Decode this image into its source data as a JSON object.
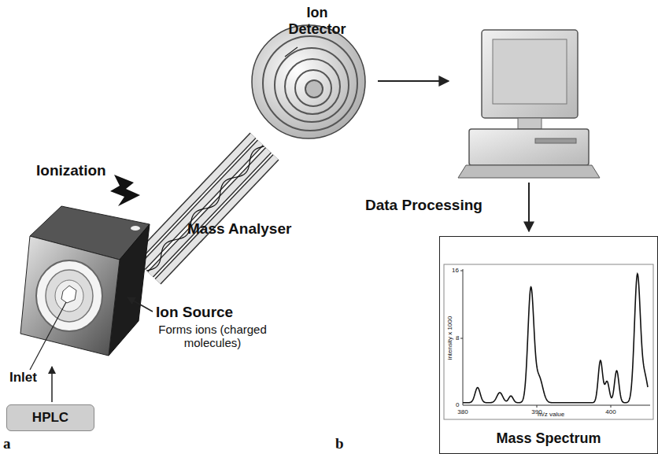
{
  "diagram": {
    "nodes": [
      {
        "text": [
          "HPLC"
        ]
      },
      {
        "text": [
          "Mass Spectrum"
        ]
      }
    ],
    "labels": [
      "Ion Detector",
      "Ionization",
      "Mass Analyser",
      "Ion Source",
      "Forms ions (charged molecules)",
      "Inlet",
      "Data Processing",
      "a",
      "b",
      "16",
      "8",
      "0",
      "380",
      "390",
      "400",
      "intensity x 1000",
      "m/z value"
    ]
  }
}
